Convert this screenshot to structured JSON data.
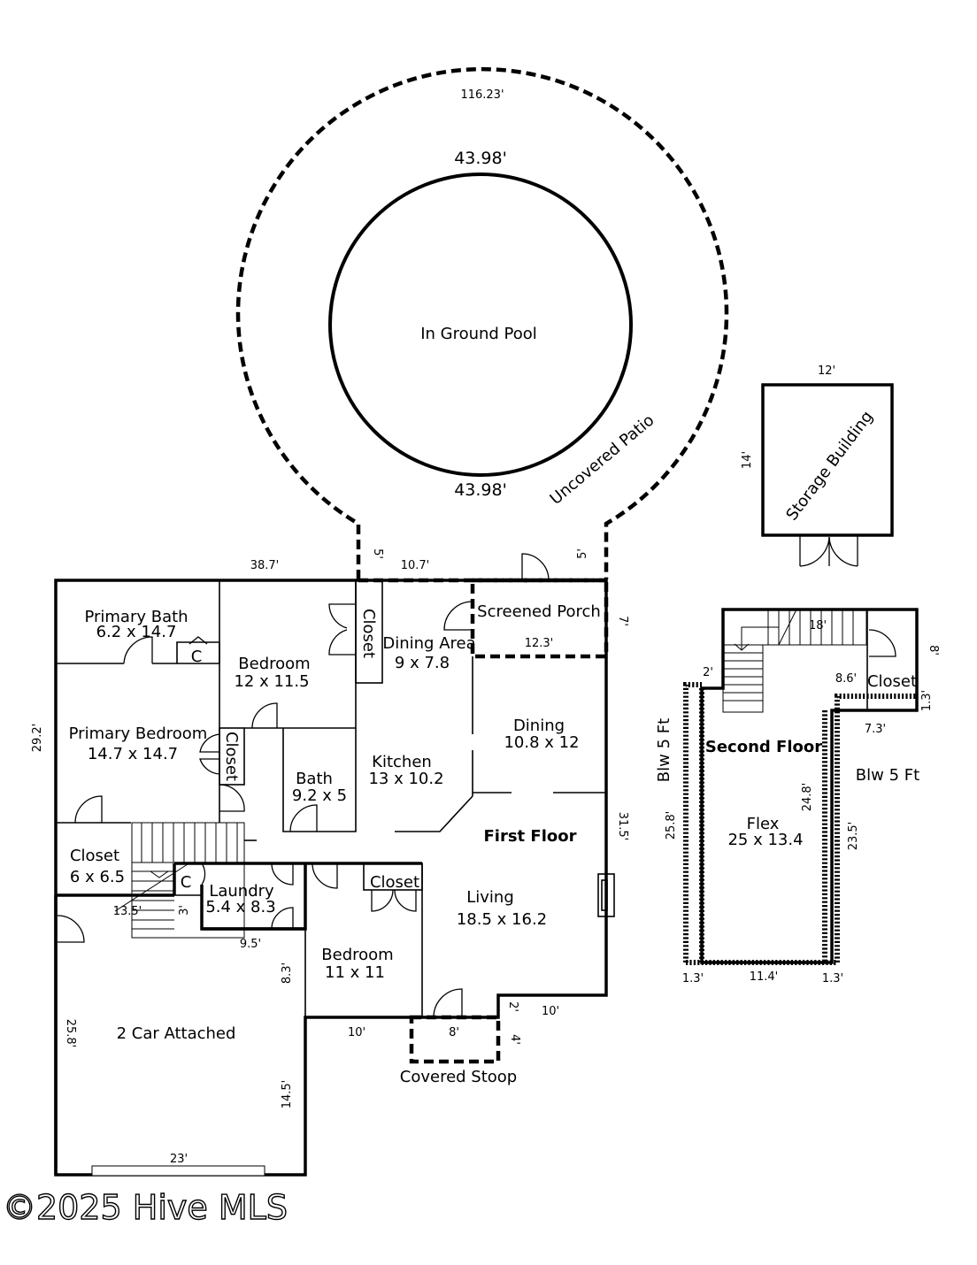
{
  "pool": {
    "perimeter": "116.23'",
    "diameter_top": "43.98'",
    "diameter_bottom": "43.98'",
    "label": "In Ground Pool",
    "patio_label": "Uncovered Patio"
  },
  "storage": {
    "label": "Storage Building",
    "width": "12'",
    "depth": "14'"
  },
  "first_floor": {
    "label": "First Floor",
    "rooms": {
      "primary_bath": {
        "name": "Primary Bath",
        "size": "6.2 x 14.7"
      },
      "bedroom1": {
        "name": "Bedroom",
        "size": "12 x 11.5"
      },
      "closet_vertical_1": "Closet",
      "closet_vertical_2": "Closet",
      "dining_area": {
        "name": "Dining Area",
        "size": "9 x 7.8"
      },
      "screened_porch": {
        "name": "Screened Porch",
        "dim": "12.3'"
      },
      "primary_bedroom": {
        "name": "Primary Bedroom",
        "size": "14.7 x 14.7"
      },
      "bath": {
        "name": "Bath",
        "size": "9.2 x 5"
      },
      "kitchen": {
        "name": "Kitchen",
        "size": "13 x 10.2"
      },
      "dining": {
        "name": "Dining",
        "size": "10.8 x 12"
      },
      "closet_big": {
        "name": "Closet",
        "size": "6 x 6.5"
      },
      "laundry": {
        "name": "Laundry",
        "size": "5.4 x 8.3"
      },
      "closet_small": "Closet",
      "living": {
        "name": "Living",
        "size": "18.5 x 16.2"
      },
      "bedroom2": {
        "name": "Bedroom",
        "size": "11 x 11"
      },
      "garage": {
        "name": "2 Car Attached"
      },
      "stoop": {
        "name": "Covered Stoop"
      },
      "c1": "C",
      "c2": "C"
    },
    "dims": {
      "top": "38.7'",
      "left": "29.2'",
      "patio_gap": "10.7'",
      "patio_left": "5'",
      "patio_right": "5'",
      "porch_side": "7'",
      "right": "31.5'",
      "stair": "13.5'",
      "laundry_side": "3'",
      "laundry_bottom": "9.5'",
      "bedroom_side": "8.3'",
      "bedroom_bottom": "10'",
      "garage_left": "25.8'",
      "garage_right": "14.5'",
      "garage_bottom": "23'",
      "stoop_width": "8'",
      "stoop_side": "4'",
      "step_side": "2'",
      "step_bottom": "10'"
    }
  },
  "second_floor": {
    "label": "Second Floor",
    "blw_left": "Blw 5 Ft",
    "blw_right": "Blw 5 Ft",
    "flex": {
      "name": "Flex",
      "size": "25 x 13.4"
    },
    "closet": "Closet",
    "dims": {
      "stair_top": "18'",
      "closet_side": "8'",
      "closet_width": "8.6'",
      "left_step": "2'",
      "bottom_step": "7.3'",
      "right_step": "1.3'",
      "left_outer": "25.8'",
      "inner": "24.8'",
      "right_outer": "23.5'",
      "bottom_left": "1.3'",
      "bottom": "11.4'",
      "bottom_right": "1.3'"
    }
  },
  "watermark": "©2025 Hive MLS"
}
